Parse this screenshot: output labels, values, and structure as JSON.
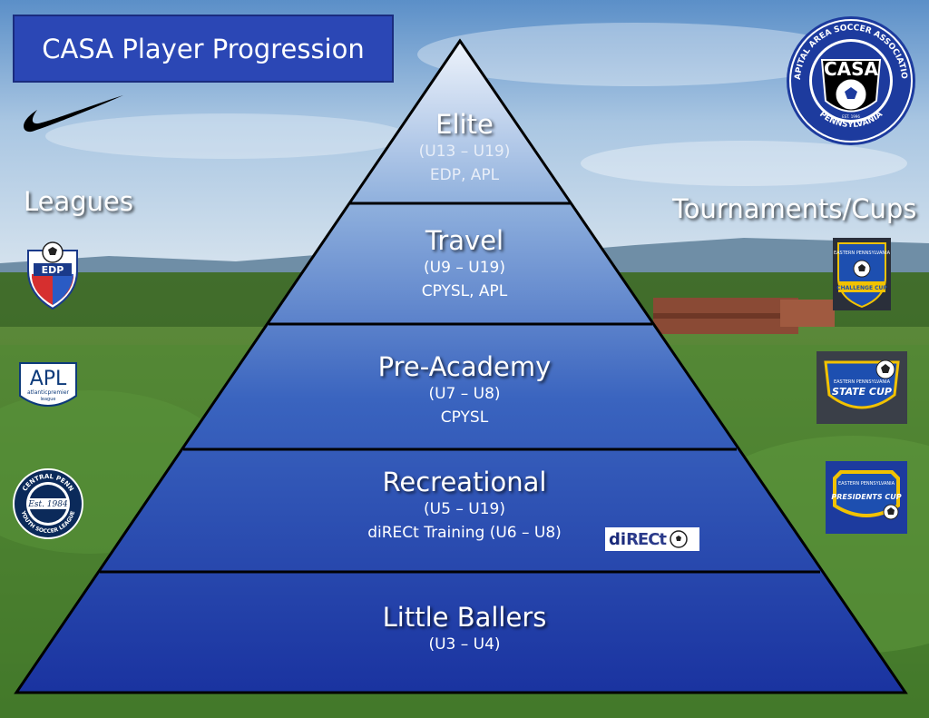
{
  "title": "CASA Player Progression",
  "left_label": "Leagues",
  "right_label": "Tournaments/Cups",
  "tiers": [
    {
      "name": "Elite",
      "ages": "(U13 – U19)",
      "leagues": "EDP, APL"
    },
    {
      "name": "Travel",
      "ages": "(U9 – U19)",
      "leagues": "CPYSL, APL"
    },
    {
      "name": "Pre-Academy",
      "ages": "(U7 – U8)",
      "leagues": "CPYSL"
    },
    {
      "name": "Recreational",
      "ages": "(U5 – U19)",
      "leagues": "diRECt Training (U6 – U8)"
    },
    {
      "name": "Little Ballers",
      "ages": "(U3 –  U4)"
    }
  ],
  "logos": {
    "casa": {
      "main": "CASA",
      "ring_top": "CAPITAL AREA SOCCER ASSOCIATION",
      "ring_bottom": "PENNSYLVANIA",
      "est": "EST. 1996"
    },
    "edp": "EDP",
    "apl": {
      "main": "APL",
      "sub1": "atlanticpremier",
      "sub2": "league"
    },
    "cpysl": {
      "top": "CENTRAL PENN",
      "est": "Est. 1984",
      "bottom": "YOUTH SOCCER LEAGUE"
    },
    "direct": {
      "part1": "di",
      "part2": "RECt"
    },
    "challenge_cup": {
      "top": "EASTERN PENNSYLVANIA",
      "main": "CHALLENGE CUP"
    },
    "state_cup": {
      "top": "EASTERN PENNSYLVANIA",
      "main": "STATE CUP"
    },
    "presidents_cup": {
      "top": "EASTERN PENNSYLVANIA",
      "main": "PRESIDENTS CUP"
    }
  },
  "colors": {
    "title_bg": "#2b47b5",
    "pyramid_top": "#e6eef8",
    "pyramid_bottom": "#1d36a3",
    "casa_blue": "#1d3b9e"
  }
}
